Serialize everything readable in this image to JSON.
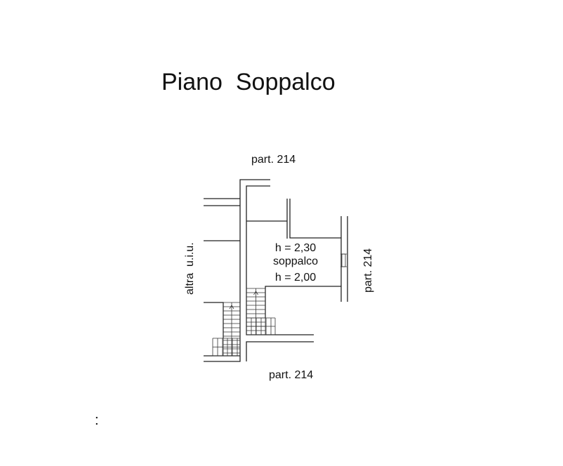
{
  "title": "Piano  Soppalco",
  "labels": {
    "top": "part. 214",
    "bottom": "part. 214",
    "right": "part. 214",
    "left": "altra  u.i.u.",
    "room_h1": "h = 2,30",
    "room_name": "soppalco",
    "room_h2": "h = 2,00"
  },
  "footer_mark": ":"
}
